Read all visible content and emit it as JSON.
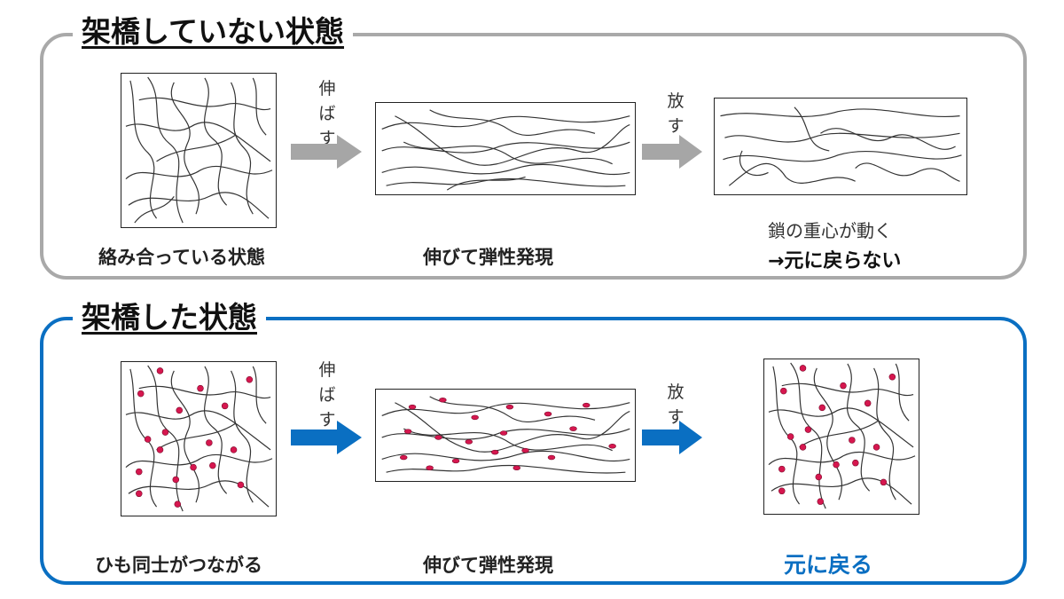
{
  "top": {
    "title": "架橋していない状態",
    "caption_1": "絡み合っている状態",
    "caption_2": "伸びて弾性発現",
    "stretch_label": [
      "伸",
      "ば",
      "す"
    ],
    "release_label": [
      "放",
      "す"
    ],
    "note_line_1": "鎖の重心が動く",
    "note_line_2": "→元に戻らない",
    "arrow_color": "#a6a6a6",
    "border_color": "#a9a9a9"
  },
  "bottom": {
    "title": "架橋した状態",
    "caption_1": "ひも同士がつながる",
    "caption_2": "伸びて弾性発現",
    "stretch_label": [
      "伸",
      "ば",
      "す"
    ],
    "release_label": [
      "放",
      "す"
    ],
    "result": "元に戻る",
    "arrow_color": "#0a6fc2",
    "border_color": "#0a6fc2",
    "crosslink_color": "#d6174f"
  }
}
